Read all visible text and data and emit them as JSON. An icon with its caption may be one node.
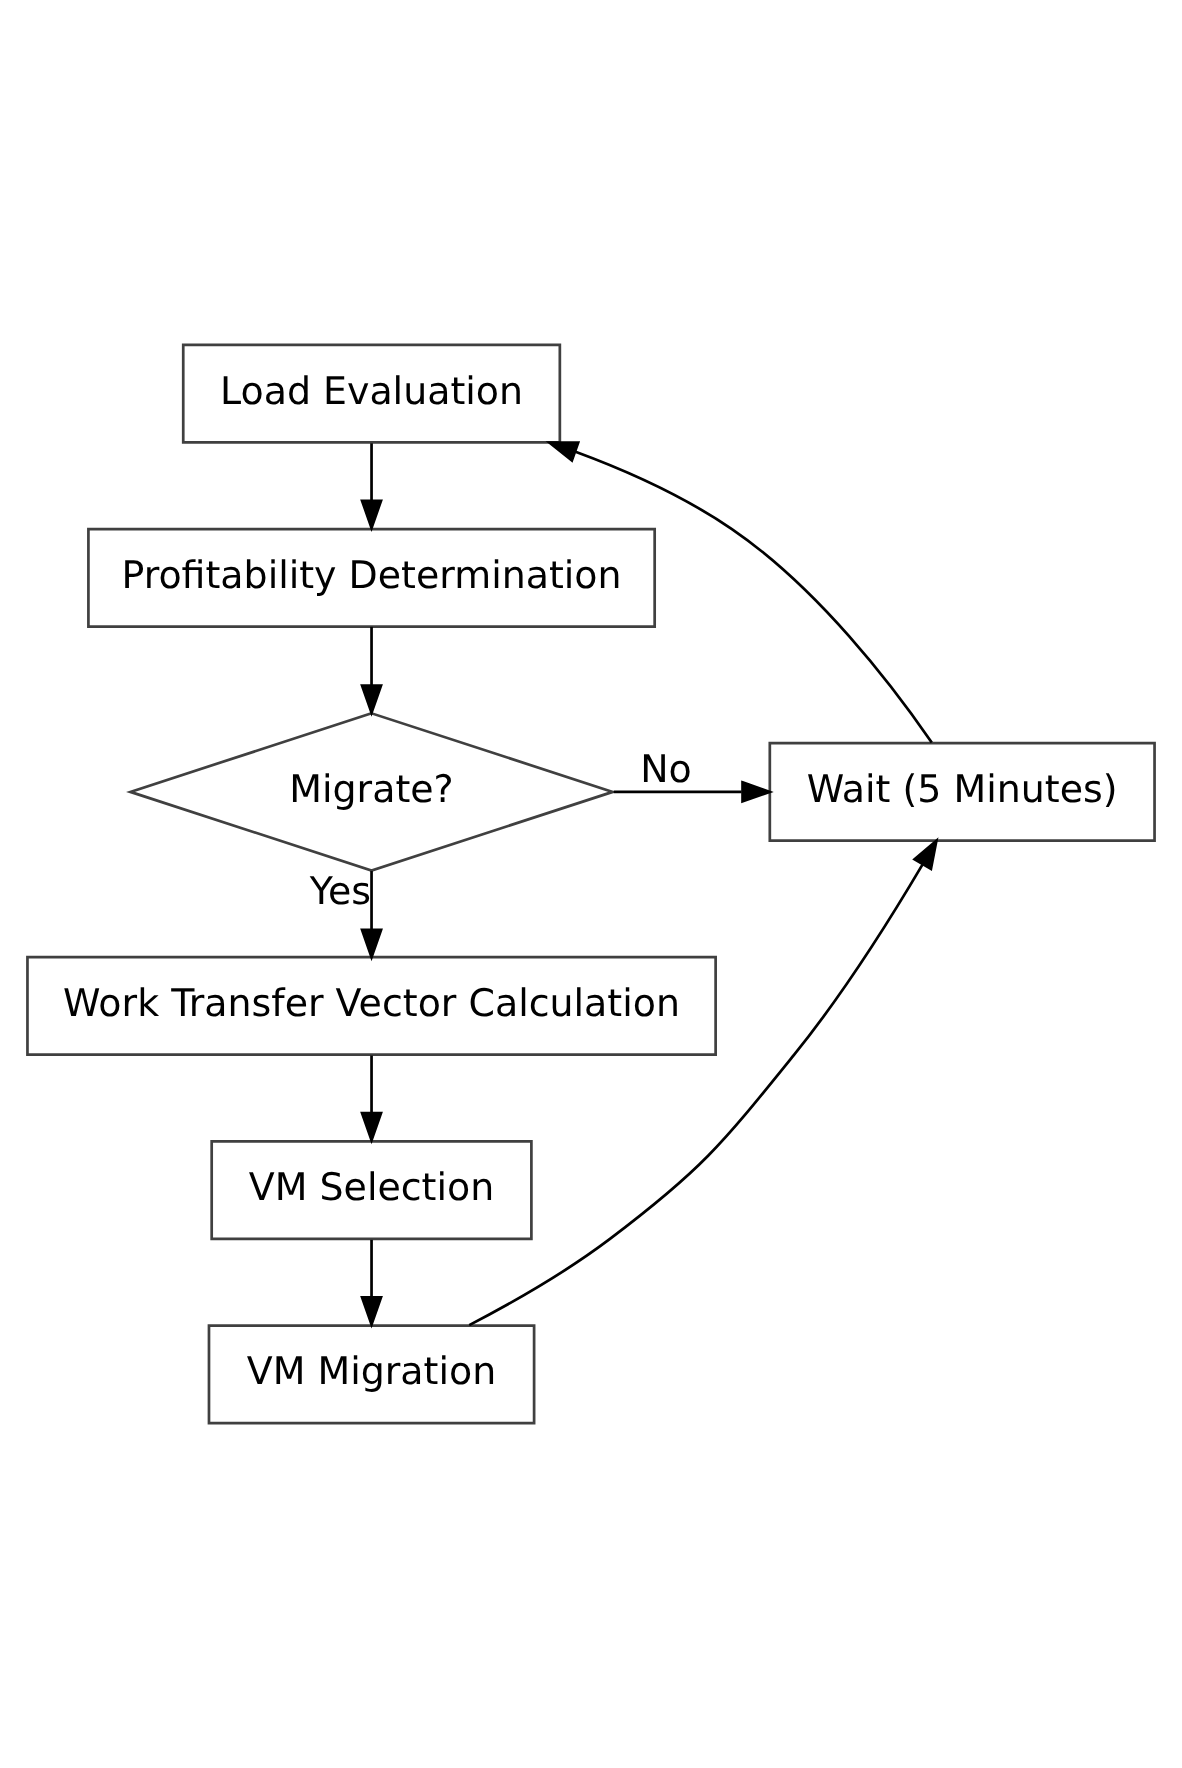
{
  "diagram": {
    "nodes": [
      {
        "text": [
          "Load Evaluation"
        ]
      },
      {
        "text": [
          "Profitability Determination"
        ]
      },
      {
        "text": [
          "Migrate?"
        ]
      },
      {
        "text": [
          "Wait (5 Minutes)"
        ]
      },
      {
        "text": [
          "Work Transfer Vector Calculation"
        ]
      },
      {
        "text": [
          "VM Selection"
        ]
      },
      {
        "text": [
          "VM Migration"
        ]
      }
    ],
    "edges": [
      {
        "from": 0,
        "to": 1,
        "arrow": "to"
      },
      {
        "from": 1,
        "to": 2,
        "arrow": "to"
      },
      {
        "from": 2,
        "to": 3,
        "arrow": "to",
        "label": "No"
      },
      {
        "from": 2,
        "to": 4,
        "arrow": "to",
        "label": "Yes"
      },
      {
        "from": 4,
        "to": 5,
        "arrow": "to"
      },
      {
        "from": 5,
        "to": 6,
        "arrow": "to"
      },
      {
        "from": 6,
        "to": 3,
        "arrow": "to"
      },
      {
        "from": 3,
        "to": 0,
        "arrow": "to"
      }
    ]
  }
}
